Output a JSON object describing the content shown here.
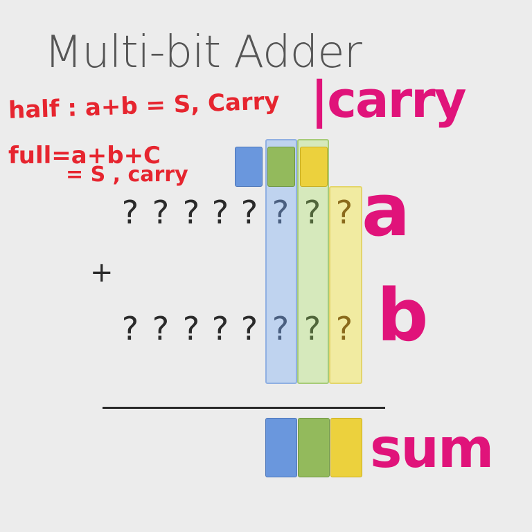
{
  "title": "Multi-bit Adder",
  "notes": {
    "half": "half : a+b = S, Carry",
    "full_line1": "full=a+b+C",
    "full_line2": "= S , carry"
  },
  "labels": {
    "carry": "|carry",
    "a": "a",
    "b": "b",
    "sum": "sum"
  },
  "operator": "+",
  "row_a": [
    "?",
    "?",
    "?",
    "?",
    "?",
    "?",
    "?",
    "?"
  ],
  "row_b": [
    "?",
    "?",
    "?",
    "?",
    "?",
    "?",
    "?",
    "?"
  ],
  "colors": {
    "blue": "#6a97dd",
    "green": "#93ba5c",
    "yellow": "#ecd13d",
    "blue_col": "#bfd3ef",
    "green_col": "#d6e9bc",
    "yellow_col": "#f1eba1",
    "hand_red": "#e6252f",
    "hand_pink": "#e0137a"
  }
}
